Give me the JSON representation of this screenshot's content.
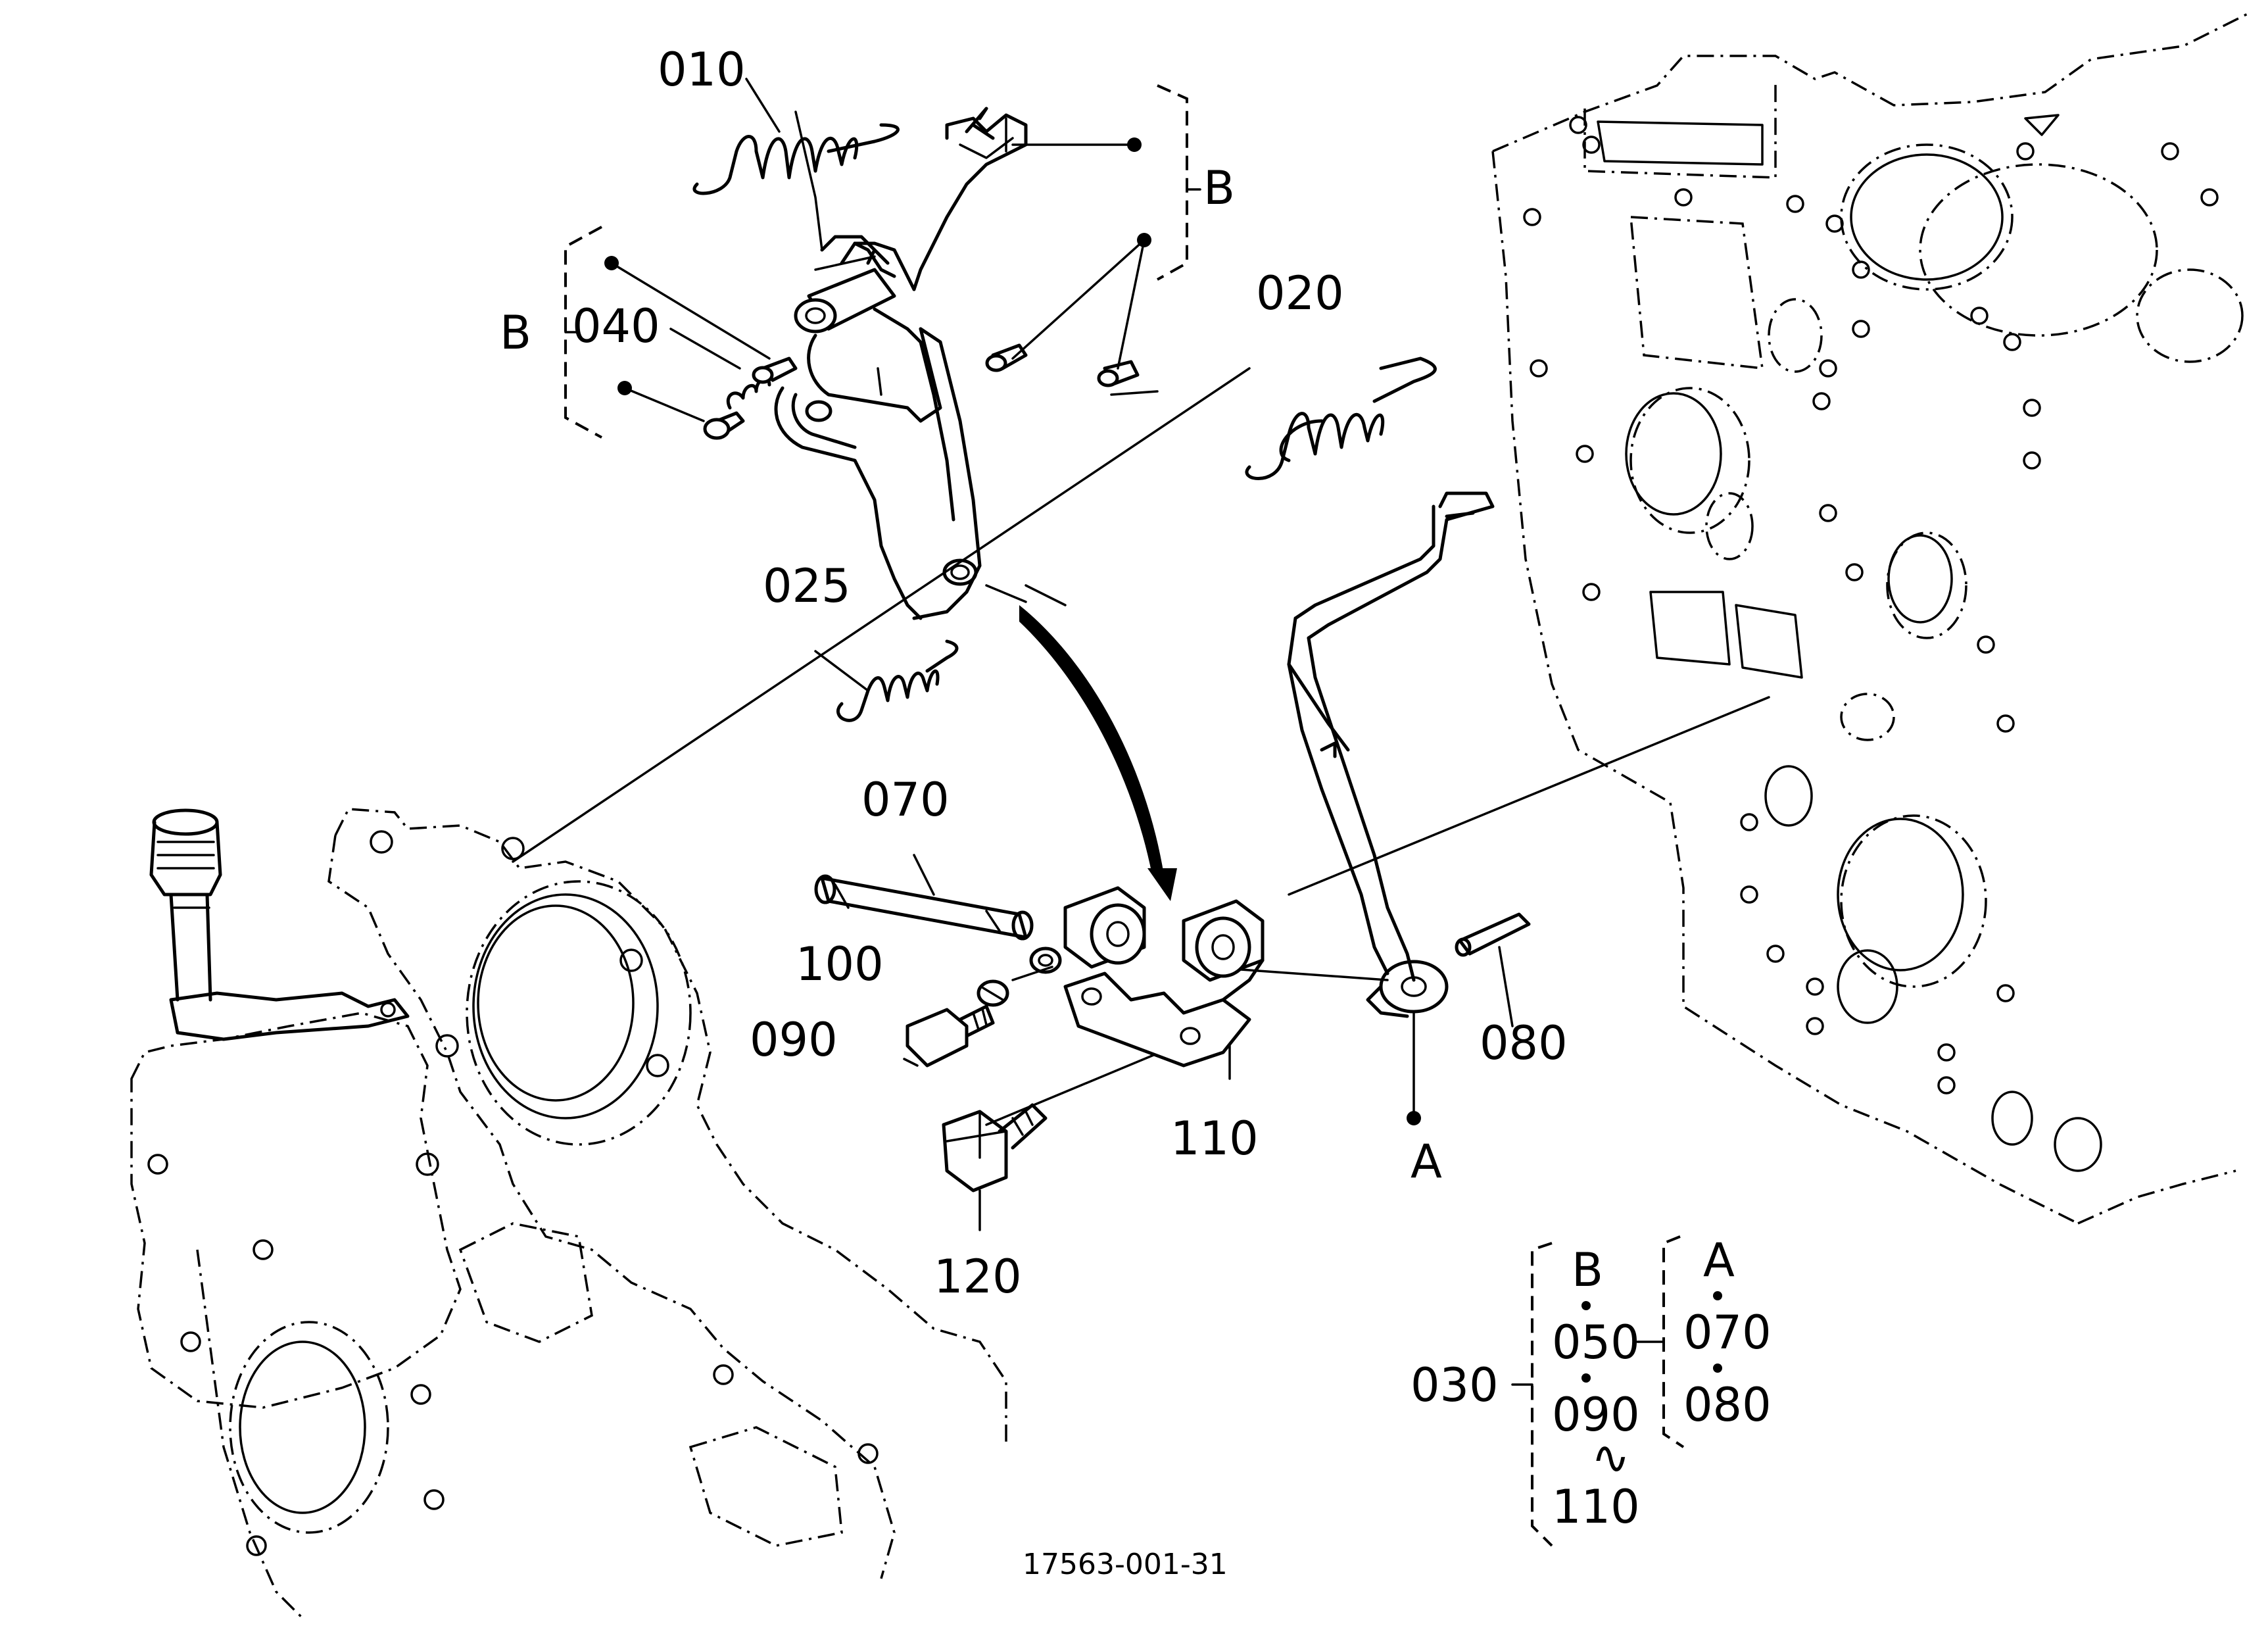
{
  "callouts": {
    "p010": "010",
    "p020": "020",
    "p025": "025",
    "p040": "040",
    "p070": "070",
    "p080": "080",
    "p090": "090",
    "p100": "100",
    "p110": "110",
    "p120": "120",
    "p030": "030"
  },
  "group_refs": {
    "b_right": "B",
    "b_left": "B",
    "a_bottom": "A"
  },
  "assembly_legend": {
    "main": "030",
    "col1": [
      "B",
      "050",
      "090",
      "110"
    ],
    "col2": [
      "A",
      "070",
      "080"
    ],
    "range_symbol": "∿"
  },
  "figure_code": "17563-001-31"
}
